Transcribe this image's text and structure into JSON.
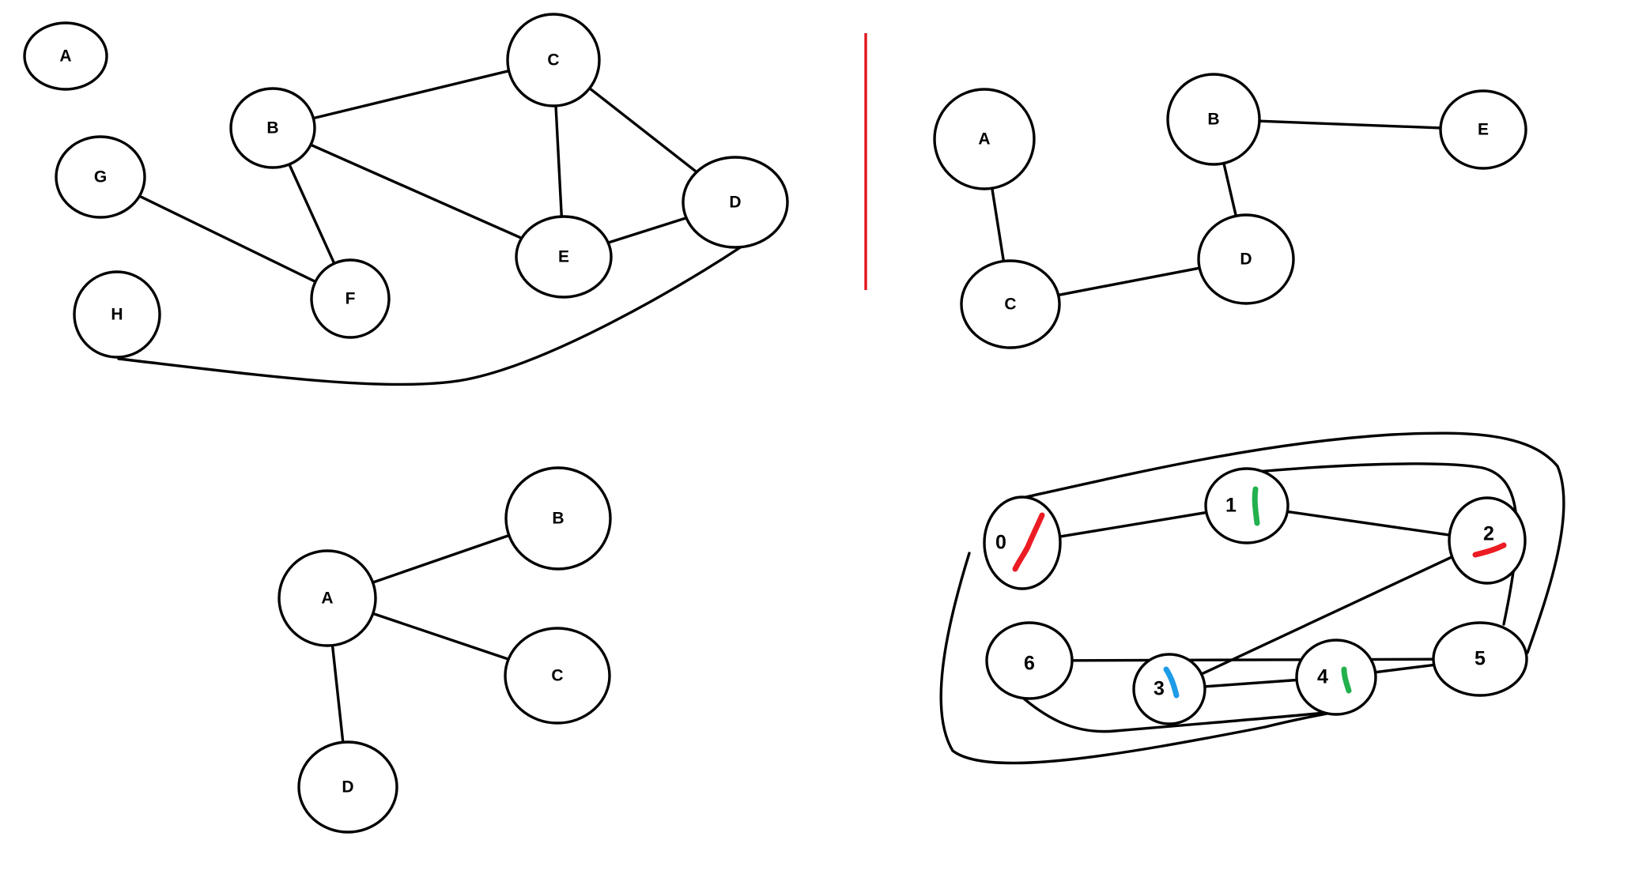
{
  "colors": {
    "ink": "#000000",
    "background": "#ffffff",
    "divider": "#e0161c",
    "mark_red": "#ec1c24",
    "mark_green": "#22b14c",
    "mark_blue": "#1e9be6"
  },
  "graphs": [
    {
      "id": "graph-1",
      "nodes": [
        {
          "id": "A",
          "label": "A"
        },
        {
          "id": "B",
          "label": "B"
        },
        {
          "id": "C",
          "label": "C"
        },
        {
          "id": "D",
          "label": "D"
        },
        {
          "id": "E",
          "label": "E"
        },
        {
          "id": "F",
          "label": "F"
        },
        {
          "id": "G",
          "label": "G"
        },
        {
          "id": "H",
          "label": "H"
        }
      ],
      "edges": [
        [
          "B",
          "C"
        ],
        [
          "B",
          "E"
        ],
        [
          "B",
          "F"
        ],
        [
          "C",
          "E"
        ],
        [
          "C",
          "D"
        ],
        [
          "E",
          "D"
        ],
        [
          "G",
          "F"
        ],
        [
          "H",
          "D"
        ]
      ]
    },
    {
      "id": "graph-2",
      "nodes": [
        {
          "id": "A",
          "label": "A"
        },
        {
          "id": "B",
          "label": "B"
        },
        {
          "id": "C",
          "label": "C"
        },
        {
          "id": "D",
          "label": "D"
        },
        {
          "id": "E",
          "label": "E"
        }
      ],
      "edges": [
        [
          "A",
          "C"
        ],
        [
          "B",
          "E"
        ],
        [
          "B",
          "D"
        ],
        [
          "C",
          "D"
        ]
      ]
    },
    {
      "id": "graph-3",
      "nodes": [
        {
          "id": "A",
          "label": "A"
        },
        {
          "id": "B",
          "label": "B"
        },
        {
          "id": "C",
          "label": "C"
        },
        {
          "id": "D",
          "label": "D"
        }
      ],
      "edges": [
        [
          "A",
          "B"
        ],
        [
          "A",
          "C"
        ],
        [
          "A",
          "D"
        ]
      ]
    },
    {
      "id": "graph-4",
      "nodes": [
        {
          "id": "0",
          "label": "0",
          "mark": "red"
        },
        {
          "id": "1",
          "label": "1",
          "mark": "green"
        },
        {
          "id": "2",
          "label": "2",
          "mark": "red"
        },
        {
          "id": "3",
          "label": "3",
          "mark": "blue"
        },
        {
          "id": "4",
          "label": "4",
          "mark": "green"
        },
        {
          "id": "5",
          "label": "5"
        },
        {
          "id": "6",
          "label": "6"
        }
      ],
      "edges": [
        [
          "0",
          "1"
        ],
        [
          "1",
          "2"
        ],
        [
          "2",
          "3"
        ],
        [
          "3",
          "4"
        ],
        [
          "4",
          "5"
        ],
        [
          "6",
          "5"
        ],
        [
          "0",
          "5"
        ],
        [
          "1",
          "5"
        ],
        [
          "0",
          "4"
        ],
        [
          "6",
          "4"
        ]
      ]
    }
  ]
}
